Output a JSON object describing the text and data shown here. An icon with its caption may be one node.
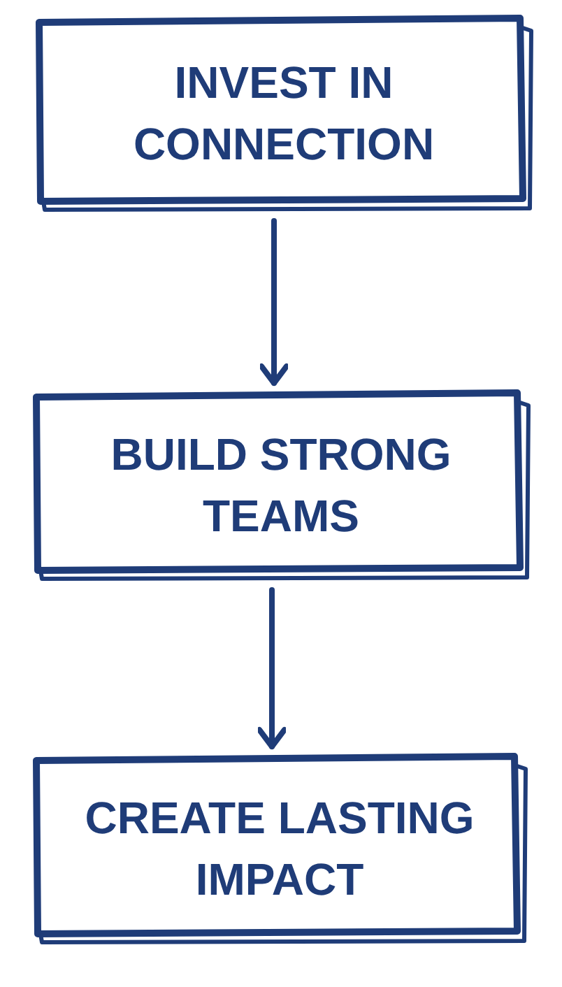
{
  "diagram": {
    "nodes": [
      {
        "text": [
          "INVEST IN CONNECTION"
        ]
      },
      {
        "text": [
          "BUILD STRONG TEAMS"
        ]
      },
      {
        "text": [
          "CREATE LASTING IMPACT"
        ]
      }
    ],
    "edges": [
      {
        "from": 0,
        "to": 1,
        "arrow": "to"
      },
      {
        "from": 1,
        "to": 2,
        "arrow": "to"
      }
    ]
  }
}
